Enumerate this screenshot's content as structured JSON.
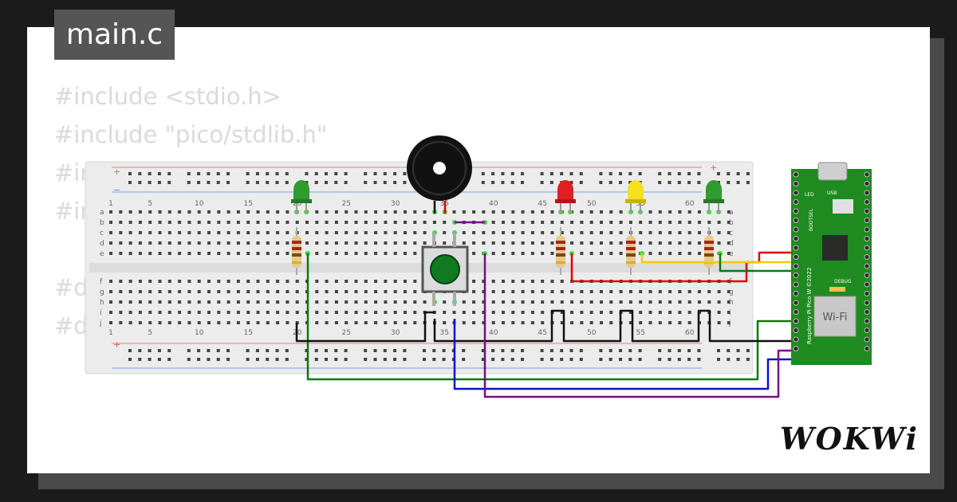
{
  "editor": {
    "tab_label": "main.c",
    "code_lines": [
      "#include <stdio.h>",
      "#include \"pico/stdlib.h\"",
      "#in",
      "#in",
      "",
      "#d",
      "#d"
    ]
  },
  "breadboard": {
    "column_labels": [
      "1",
      "5",
      "10",
      "15",
      "20",
      "25",
      "30",
      "35",
      "40",
      "45",
      "50",
      "55",
      "60"
    ],
    "row_labels_top": [
      "a",
      "b",
      "c",
      "d",
      "e"
    ],
    "row_labels_bottom": [
      "f",
      "g",
      "h",
      "i",
      "j"
    ],
    "plus": "+",
    "minus": "−"
  },
  "pico": {
    "label_led": "LED",
    "label_usb": "USB",
    "label_bootsel": "BOOTSEL",
    "label_debug": "DEBUG",
    "label_wifi": "Wi-Fi",
    "label_board": "Raspberry Pi Pico W ©2022"
  },
  "brand": {
    "logo": "WOKWi"
  },
  "colors": {
    "led_green": "#2e9c2e",
    "led_red": "#e02020",
    "led_yellow": "#f5e020",
    "pico_green": "#1f8a1f",
    "wire_green": "#0a7a0a",
    "wire_red": "#e00000",
    "wire_yellow": "#f2cc00",
    "wire_blue": "#1010d0",
    "wire_purple": "#7a0a8a",
    "wire_black": "#111111"
  }
}
